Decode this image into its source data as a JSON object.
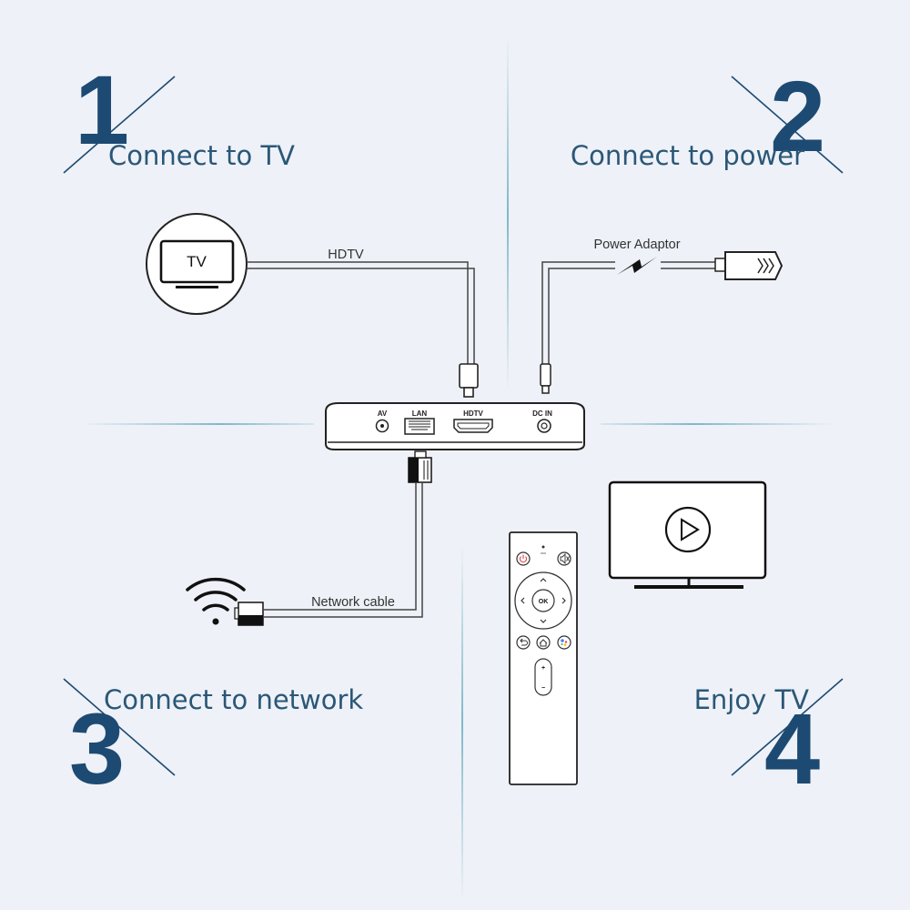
{
  "steps": [
    {
      "number": "1",
      "title": "Connect to TV"
    },
    {
      "number": "2",
      "title": "Connect to power"
    },
    {
      "number": "3",
      "title": "Connect to network"
    },
    {
      "number": "4",
      "title": "Enjoy TV"
    }
  ],
  "labels": {
    "hdtv_cable": "HDTV",
    "power_adaptor": "Power Adaptor",
    "network_cable": "Network cable",
    "tv": "TV"
  },
  "ports": {
    "av": "AV",
    "lan": "LAN",
    "hdtv": "HDTV",
    "dc_in": "DC IN"
  },
  "remote": {
    "ok_label": "OK",
    "plus_label": "+",
    "minus_label": "−"
  },
  "colors": {
    "background": "#eef1f7",
    "accent_number": "#1d4a72",
    "step_text": "#2a5777",
    "divider": "#7fb8c8",
    "outline": "#222222",
    "power_icon": "#e05050"
  }
}
